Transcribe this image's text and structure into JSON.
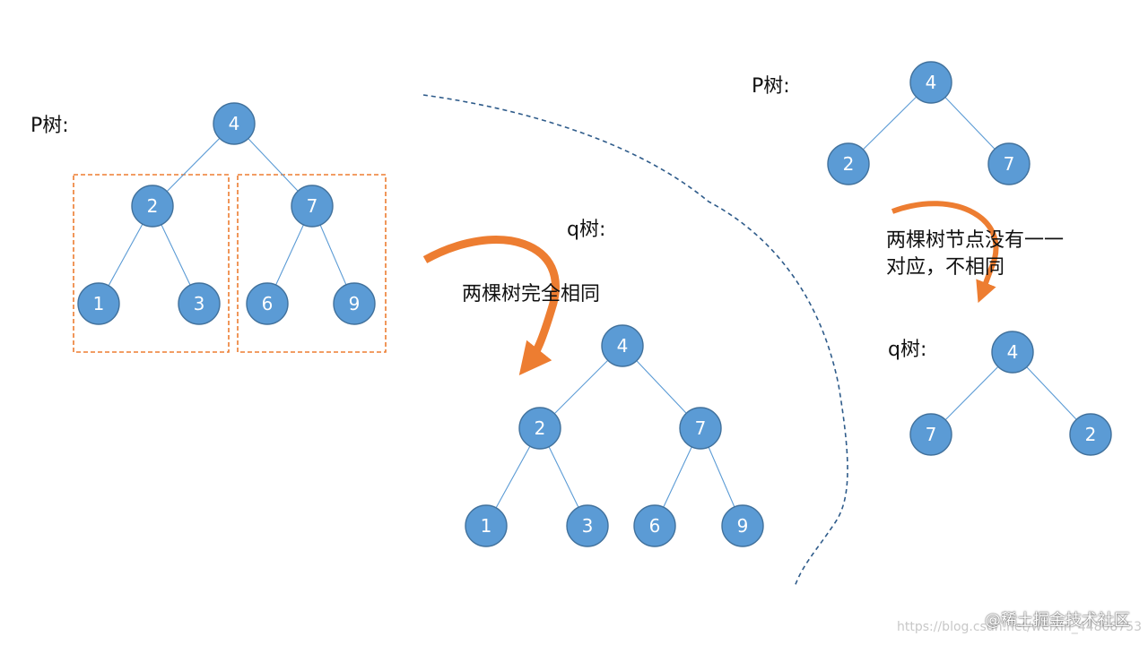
{
  "colors": {
    "node_fill": "#5b9bd5",
    "node_stroke": "#41719c",
    "node_text": "#ffffff",
    "edge": "#5b9bd5",
    "box": "#ed7d31",
    "arrow": "#ed7d31",
    "divider": "#2e5b8a",
    "text": "#111111"
  },
  "labels": {
    "p_tree_left": "P树:",
    "q_tree_middle": "q树:",
    "same_trees": "两棵树完全相同",
    "p_tree_right": "P树:",
    "mismatch_line1": "两棵树节点没有一一",
    "mismatch_line2": "对应，不相同",
    "q_tree_right": "q树:"
  },
  "watermark": {
    "url": "https://blog.csdn.net/weixin_44808753",
    "brand": "@稀土掘金技术社区"
  },
  "trees": [
    {
      "id": "p-left",
      "values": [
        "4",
        "2",
        "7",
        "1",
        "3",
        "6",
        "9"
      ]
    },
    {
      "id": "q-middle",
      "values": [
        "4",
        "2",
        "7",
        "1",
        "3",
        "6",
        "9"
      ]
    },
    {
      "id": "p-right",
      "values": [
        "4",
        "2",
        "7"
      ]
    },
    {
      "id": "q-right",
      "values": [
        "4",
        "7",
        "2"
      ]
    }
  ]
}
